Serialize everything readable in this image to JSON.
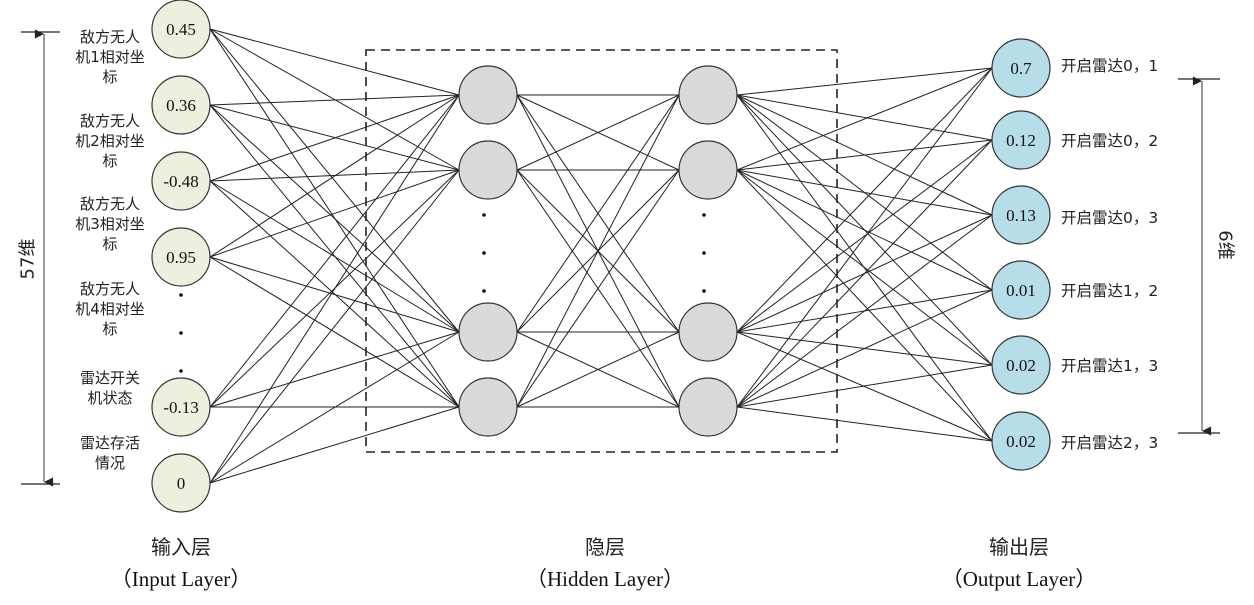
{
  "colors": {
    "input_fill": "#EBF1DE",
    "hidden_fill": "#D9D9D9",
    "output_fill": "#B7DDE8",
    "stroke": "#333333"
  },
  "input_layer": {
    "title": "输入层",
    "subtitle": "（Input Layer）",
    "dimension_label": "57维",
    "nodes": [
      {
        "value": "0.45"
      },
      {
        "value": "0.36"
      },
      {
        "value": "-0.48"
      },
      {
        "value": "0.95"
      },
      {
        "value": "-0.13"
      },
      {
        "value": "0"
      }
    ],
    "feature_labels": [
      "敌方无人机1相对坐标",
      "敌方无人机2相对坐标",
      "敌方无人机3相对坐标",
      "敌方无人机4相对坐标",
      "雷达开关机状态",
      "雷达存活情况"
    ],
    "ellipsis": "⋮"
  },
  "hidden_layer": {
    "title": "隐层",
    "subtitle": "（Hidden Layer）",
    "columns": 2,
    "visible_nodes_per_column": 4
  },
  "output_layer": {
    "title": "输出层",
    "subtitle": "（Output Layer）",
    "dimension_label": "6维",
    "nodes": [
      {
        "value": "0.7",
        "label": "开启雷达0，1"
      },
      {
        "value": "0.12",
        "label": "开启雷达0，2"
      },
      {
        "value": "0.13",
        "label": "开启雷达0，3"
      },
      {
        "value": "0.01",
        "label": "开启雷达1，2"
      },
      {
        "value": "0.02",
        "label": "开启雷达1，3"
      },
      {
        "value": "0.02",
        "label": "开启雷达2，3"
      }
    ]
  }
}
